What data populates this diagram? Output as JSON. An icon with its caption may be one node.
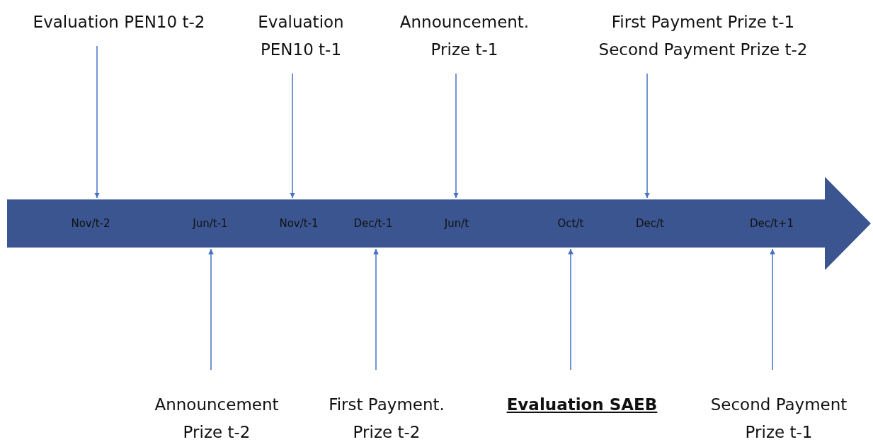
{
  "diagram": {
    "nodes": [
      {
        "text": [
          "Evaluation PEN10 t-2"
        ]
      },
      {
        "text": [
          "Evaluation PEN10 t-1"
        ]
      },
      {
        "text": [
          "Announcement. Prize t-1"
        ]
      },
      {
        "text": [
          "First Payment Prize t-1",
          "Second Payment Prize t-2"
        ]
      },
      {
        "text": [
          "Nov/t-2",
          "Jun/t-1",
          "Nov/t-1",
          "Dec/t-1",
          "Jun/t",
          "Oct/t",
          "Dec/t",
          "Dec/t+1"
        ]
      },
      {
        "text": [
          "Announcement Prize t-2"
        ]
      },
      {
        "text": [
          "First Payment. Prize t-2"
        ]
      },
      {
        "text": [
          "Evaluation SAEB"
        ]
      },
      {
        "text": [
          "Second Payment Prize t-1"
        ]
      }
    ],
    "edges": [
      {
        "from": 0,
        "to": 4,
        "arrow": "to"
      },
      {
        "from": 1,
        "to": 4,
        "arrow": "to"
      },
      {
        "from": 2,
        "to": 4,
        "arrow": "to"
      },
      {
        "from": 3,
        "to": 4,
        "arrow": "to"
      },
      {
        "from": 5,
        "to": 4,
        "arrow": "to"
      },
      {
        "from": 6,
        "to": 4,
        "arrow": "to"
      },
      {
        "from": 7,
        "to": 4,
        "arrow": "to"
      },
      {
        "from": 8,
        "to": 4,
        "arrow": "to"
      }
    ]
  }
}
